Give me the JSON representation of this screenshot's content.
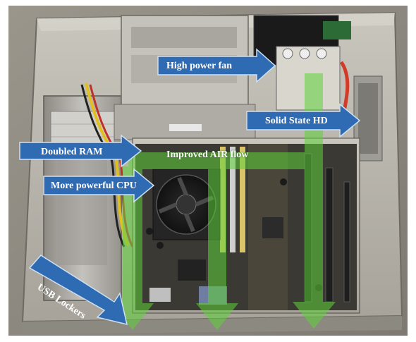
{
  "labels": {
    "high_power_fan": "High power fan",
    "solid_state_hd": "Solid State HD",
    "doubled_ram": "Doubled RAM",
    "improved_air_flow": "Improved AIR flow",
    "more_powerful_cpu": "More powerful CPU",
    "usb_lockers": "USB Lockers"
  },
  "colors": {
    "arrow_blue": "#2f6bb3",
    "arrow_edge": "#cfe0f2",
    "airflow_green": "#5fd33a",
    "chassis_grey": "#b9b6ad",
    "floor_grey": "#8f8b82",
    "board_dark": "#3b3a33"
  }
}
